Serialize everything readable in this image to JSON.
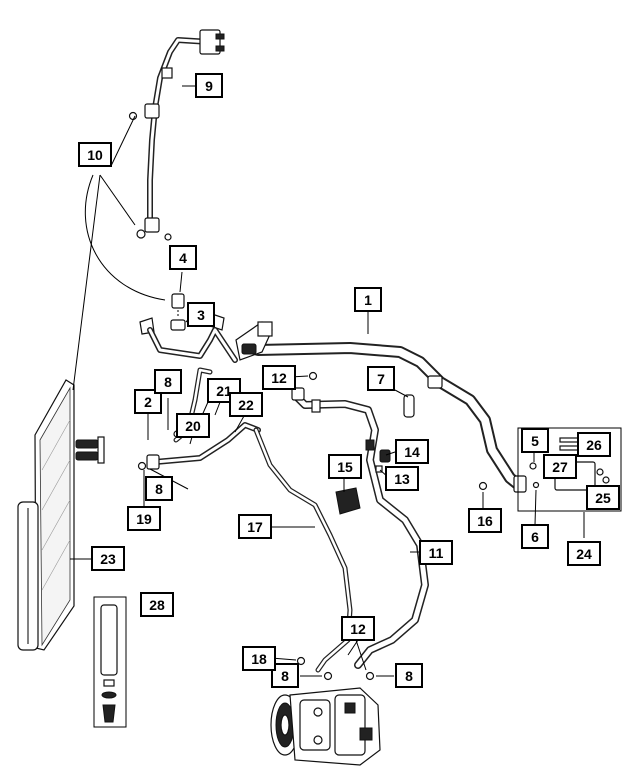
{
  "colors": {
    "line": "#000000",
    "background": "#ffffff"
  },
  "callouts": [
    {
      "id": "c1",
      "label": "1"
    },
    {
      "id": "c2",
      "label": "2"
    },
    {
      "id": "c3",
      "label": "3"
    },
    {
      "id": "c4",
      "label": "4"
    },
    {
      "id": "c5",
      "label": "5"
    },
    {
      "id": "c6",
      "label": "6"
    },
    {
      "id": "c7",
      "label": "7"
    },
    {
      "id": "c8a",
      "label": "8"
    },
    {
      "id": "c8b",
      "label": "8"
    },
    {
      "id": "c8c",
      "label": "8"
    },
    {
      "id": "c8d",
      "label": "8"
    },
    {
      "id": "c9",
      "label": "9"
    },
    {
      "id": "c10",
      "label": "10"
    },
    {
      "id": "c11",
      "label": "11"
    },
    {
      "id": "c12a",
      "label": "12"
    },
    {
      "id": "c12b",
      "label": "12"
    },
    {
      "id": "c13",
      "label": "13"
    },
    {
      "id": "c14",
      "label": "14"
    },
    {
      "id": "c15",
      "label": "15"
    },
    {
      "id": "c16",
      "label": "16"
    },
    {
      "id": "c17",
      "label": "17"
    },
    {
      "id": "c18",
      "label": "18"
    },
    {
      "id": "c19",
      "label": "19"
    },
    {
      "id": "c20",
      "label": "20"
    },
    {
      "id": "c21",
      "label": "21"
    },
    {
      "id": "c22",
      "label": "22"
    },
    {
      "id": "c23",
      "label": "23"
    },
    {
      "id": "c24",
      "label": "24"
    },
    {
      "id": "c25",
      "label": "25"
    },
    {
      "id": "c26",
      "label": "26"
    },
    {
      "id": "c27",
      "label": "27"
    },
    {
      "id": "c28",
      "label": "28"
    }
  ]
}
